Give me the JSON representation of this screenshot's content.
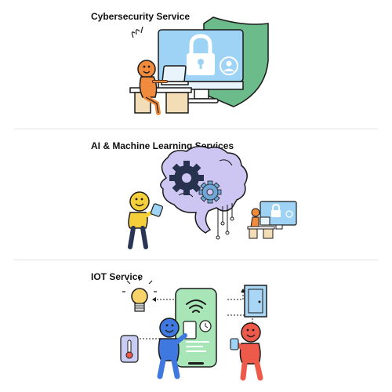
{
  "sections": [
    {
      "title": "Cybersecurity Service"
    },
    {
      "title": "AI & Machine Learning Services"
    },
    {
      "title": "IOT Service"
    }
  ],
  "colors": {
    "monitor_blue": "#9fd3f5",
    "shield_green": "#6cbb8a",
    "person_orange": "#f08a3c",
    "brain_lavender": "#cdc6f2",
    "gear_navy": "#27324f",
    "gear_blue": "#6fa6d6",
    "person_yellow": "#f5cf3a",
    "person_blue": "#3f79df",
    "person_red": "#ee5a4a",
    "phone_green": "#a8e6b8",
    "bulb_yellow": "#f7d36a",
    "door_blue": "#a9d6f5"
  },
  "icons": [
    "lock-icon",
    "user-icon",
    "gear-icon",
    "wifi-icon",
    "lightbulb-icon",
    "thermometer-icon",
    "door-icon",
    "clock-icon"
  ]
}
